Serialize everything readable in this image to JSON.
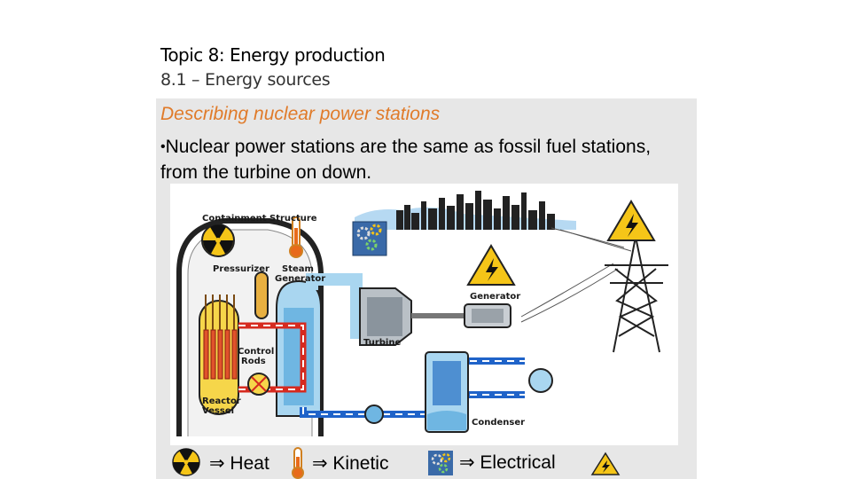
{
  "slide": {
    "topic": "Topic 8: Energy production",
    "subtopic": "8.1 – Energy sources",
    "heading": "Describing nuclear power stations",
    "bullet_marker": "•",
    "bullet": "Nuclear power stations are the same as fossil fuel stations, from the turbine on down."
  },
  "diagram": {
    "labels": {
      "containment": "Containment Structure",
      "pressurizer": "Pressurizer",
      "steam_gen_1": "Steam",
      "steam_gen_2": "Generator",
      "generator": "Generator",
      "turbine": "Turbine",
      "control_1": "Control",
      "control_2": "Rods",
      "reactor_1": "Reactor",
      "reactor_2": "Vessel",
      "condenser": "Condenser"
    }
  },
  "legend": {
    "heat": "⇒ Heat",
    "kinetic": "⇒ Kinetic",
    "electrical": "⇒ Electrical"
  },
  "colors": {
    "heading": "#e07b2a",
    "panel": "#e7e7e7",
    "hot_loop": "#d62a1f",
    "cool_loop": "#1f63c9",
    "water": "#a9d6f0",
    "hazard_yellow": "#f5c518"
  },
  "icons": [
    "radiation-icon",
    "thermometer-icon",
    "gears-icon",
    "high-voltage-icon"
  ]
}
